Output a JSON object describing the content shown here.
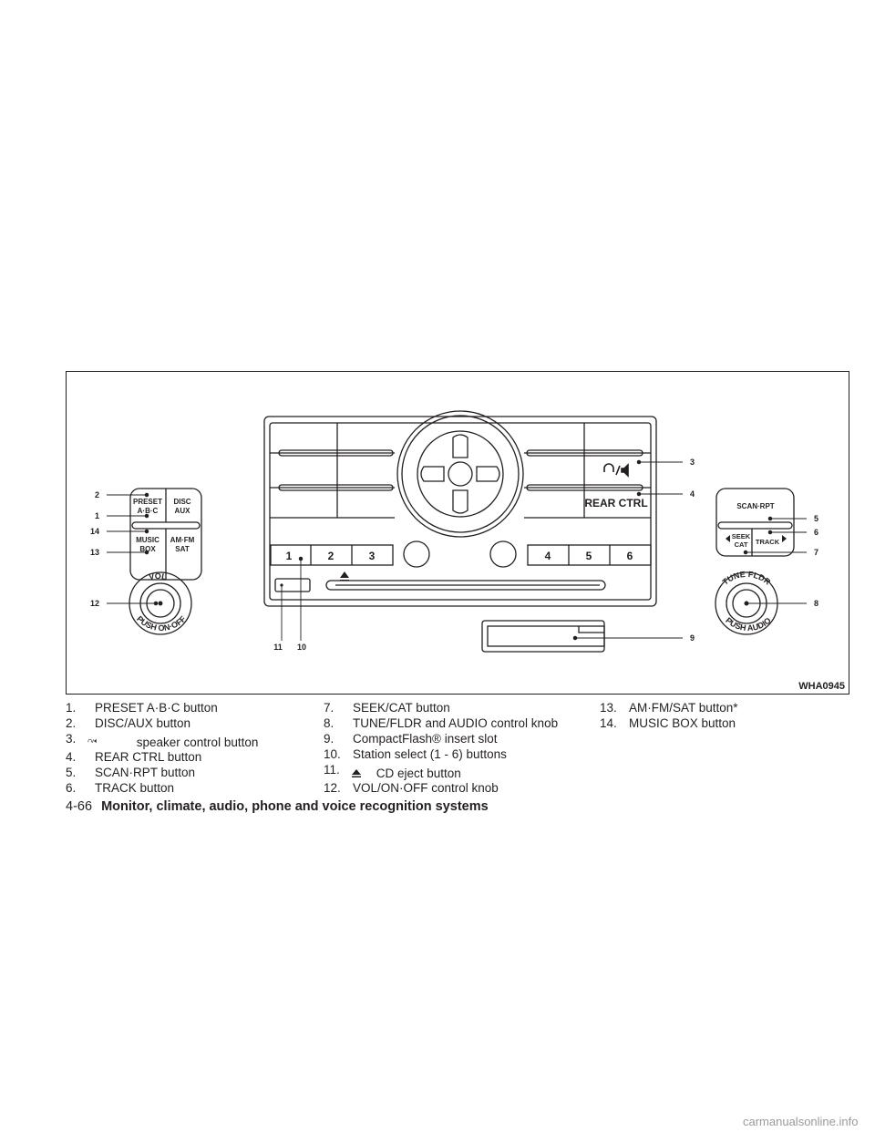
{
  "figure": {
    "id": "WHA0945",
    "panel": {
      "preset_top": "PRESET",
      "preset_bottom": "A·B·C",
      "disc_top": "DISC",
      "disc_bottom": "AUX",
      "music_top": "MUSIC",
      "music_bottom": "BOX",
      "amfm_top": "AM·FM",
      "amfm_bottom": "SAT",
      "vol_arc": "VOL",
      "push_on_off_arc": "PUSH ON·OFF",
      "rear_ctrl": "REAR CTRL",
      "scan_rpt": "SCAN·RPT",
      "seek_top": "SEEK",
      "seek_bottom": "CAT",
      "track": "TRACK",
      "tune_fldr_arc": "TUNE FLDR",
      "push_audio_arc": "PUSH AUDIO",
      "presets": [
        "1",
        "2",
        "3",
        "4",
        "5",
        "6"
      ]
    },
    "callouts": {
      "c1": "1",
      "c2": "2",
      "c3": "3",
      "c4": "4",
      "c5": "5",
      "c6": "6",
      "c7": "7",
      "c8": "8",
      "c9": "9",
      "c10": "10",
      "c11": "11",
      "c12": "12",
      "c13": "13",
      "c14": "14"
    }
  },
  "legend": {
    "col1": [
      {
        "num": "1.",
        "text": "PRESET A·B·C button"
      },
      {
        "num": "2.",
        "text": "DISC/AUX button"
      },
      {
        "num": "3.",
        "text": "speaker control button",
        "icon": "headphone-speaker-icon"
      },
      {
        "num": "4.",
        "text": "REAR CTRL button"
      },
      {
        "num": "5.",
        "text": "SCAN·RPT button"
      },
      {
        "num": "6.",
        "text": "TRACK button"
      }
    ],
    "col2": [
      {
        "num": "7.",
        "text": "SEEK/CAT button"
      },
      {
        "num": "8.",
        "text": "TUNE/FLDR and AUDIO control knob"
      },
      {
        "num": "9.",
        "text": "CompactFlash® insert slot"
      },
      {
        "num": "10.",
        "text": "Station select (1 - 6) buttons"
      },
      {
        "num": "11.",
        "text": "CD eject button",
        "icon": "eject-icon"
      },
      {
        "num": "12.",
        "text": "VOL/ON·OFF control knob"
      }
    ],
    "col3": [
      {
        "num": "13.",
        "text": "AM·FM/SAT button*"
      },
      {
        "num": "14.",
        "text": "MUSIC BOX button"
      }
    ]
  },
  "footer": {
    "page": "4-66",
    "section": "Monitor, climate, audio, phone and voice recognition systems"
  },
  "watermark": "carmanualsonline.info"
}
